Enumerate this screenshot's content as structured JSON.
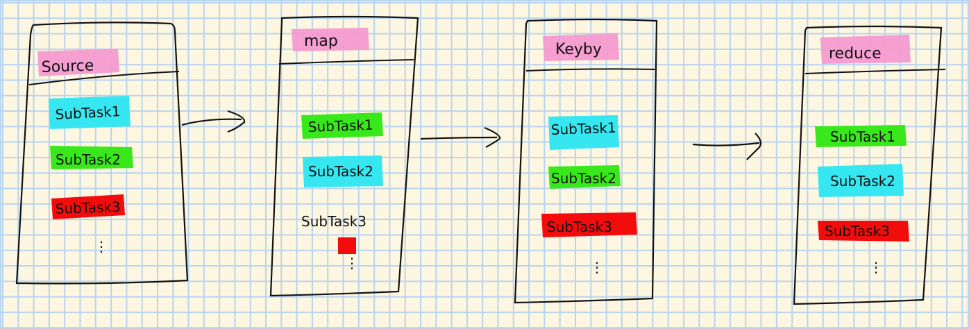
{
  "colors": {
    "paper": "#fdf6e0",
    "grid": "#b8d4ee",
    "ink": "#111111",
    "header_highlight": "#f59ad0",
    "cyan": "#36e6f0",
    "green": "#38e81a",
    "red": "#f20c0c"
  },
  "stages": [
    {
      "title": "Source",
      "tasks": [
        {
          "label": "SubTask1",
          "highlight": "cyan"
        },
        {
          "label": "SubTask2",
          "highlight": "green"
        },
        {
          "label": "SubTask3",
          "highlight": "red"
        }
      ]
    },
    {
      "title": "map",
      "tasks": [
        {
          "label": "SubTask1",
          "highlight": "green"
        },
        {
          "label": "SubTask2",
          "highlight": "cyan"
        },
        {
          "label": "SubTask3",
          "highlight": "none"
        }
      ]
    },
    {
      "title": "Keyby",
      "tasks": [
        {
          "label": "SubTask1",
          "highlight": "cyan"
        },
        {
          "label": "SubTask2",
          "highlight": "green"
        },
        {
          "label": "SubTask3",
          "highlight": "red"
        }
      ]
    },
    {
      "title": "reduce",
      "tasks": [
        {
          "label": "SubTask1",
          "highlight": "green"
        },
        {
          "label": "SubTask2",
          "highlight": "cyan"
        },
        {
          "label": "SubTask3",
          "highlight": "red"
        }
      ]
    }
  ],
  "arrows": [
    "source-to-map",
    "map-to-keyby",
    "keyby-to-reduce"
  ],
  "ellipsis": "⋮"
}
